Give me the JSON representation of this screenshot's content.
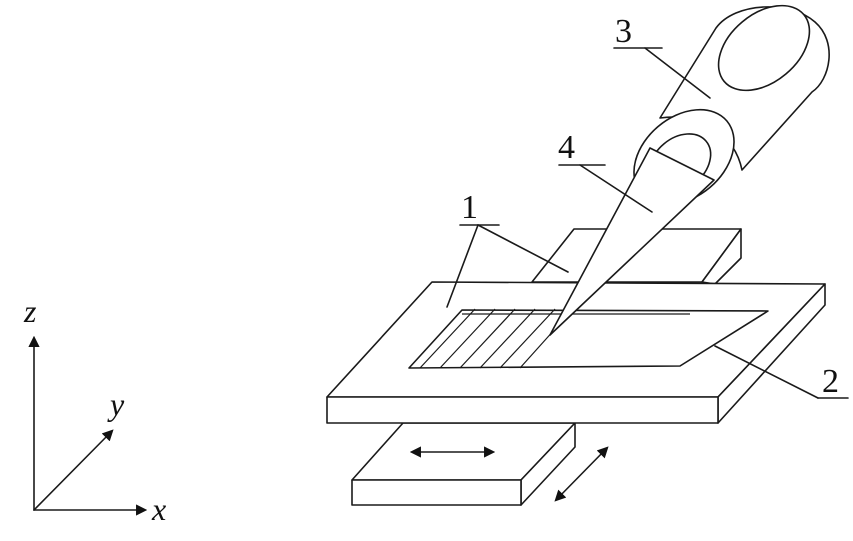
{
  "labels": {
    "part1": "1",
    "part2": "2",
    "part3": "3",
    "part4": "4"
  },
  "axes": {
    "x": "x",
    "y": "y",
    "z": "z"
  },
  "colors": {
    "line": "#1a1a1a",
    "background": "#ffffff"
  }
}
